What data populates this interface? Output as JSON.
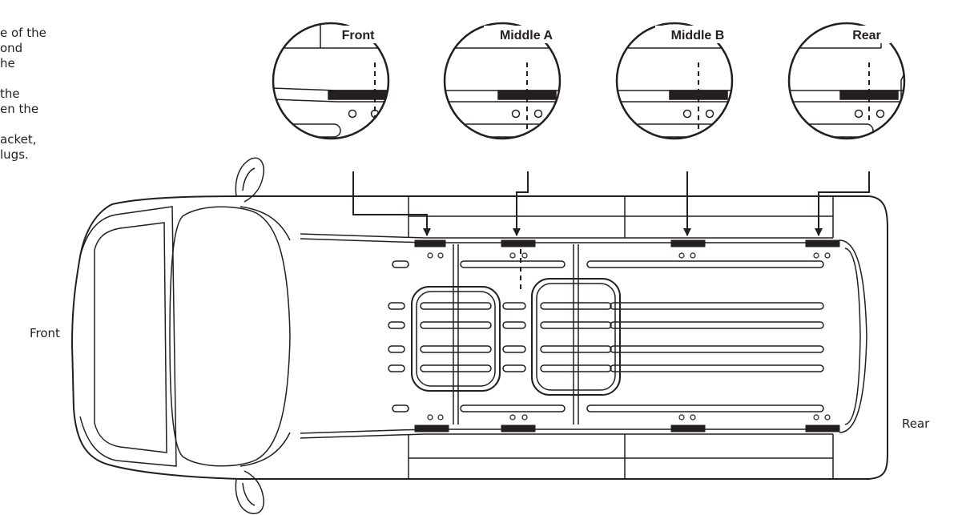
{
  "notes_fragments": [
    "e of the",
    "ond",
    "he",
    "",
    " the",
    "en the",
    "",
    "acket,",
    "lugs."
  ],
  "callouts": {
    "front": "Front",
    "middle_a": "Middle A",
    "middle_b": "Middle B",
    "rear": "Rear"
  },
  "vehicle_labels": {
    "front": "Front",
    "rear": "Rear"
  },
  "colors": {
    "line": "#231f20",
    "fill": "#ffffff"
  },
  "icons": [
    "arrow-down-icon",
    "mount-bracket-icon",
    "bolt-hole-icon"
  ]
}
